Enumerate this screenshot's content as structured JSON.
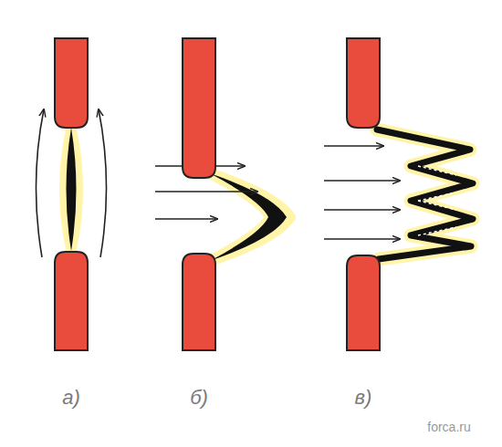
{
  "diagram": {
    "labels": [
      "а)",
      "б)",
      "в)",
      "forca.ru"
    ]
  }
}
